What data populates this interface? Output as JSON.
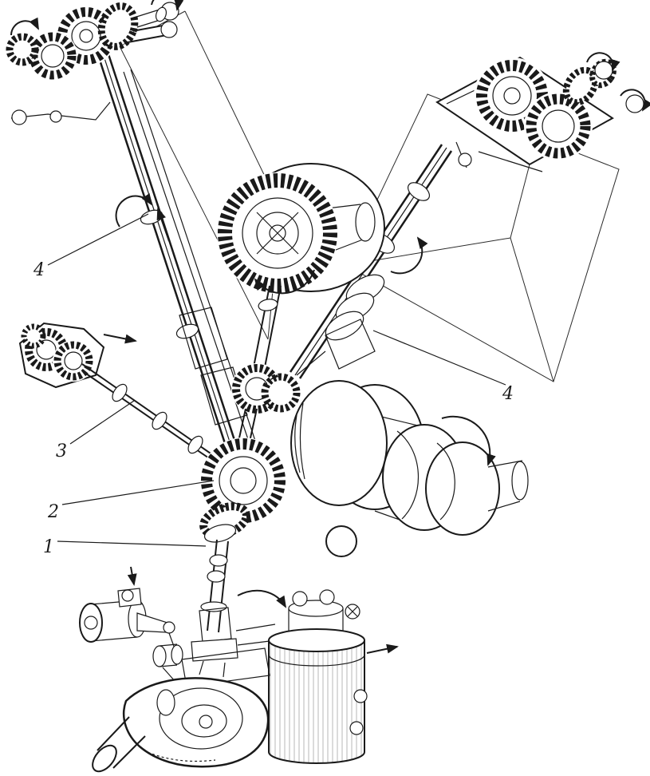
{
  "figure": {
    "colors": {
      "background": "#ffffff",
      "ink": "#1a1a1a"
    },
    "callouts": [
      {
        "id": "callout-4-left",
        "text": "4"
      },
      {
        "id": "callout-3",
        "text": "3"
      },
      {
        "id": "callout-2",
        "text": "2"
      },
      {
        "id": "callout-1",
        "text": "1"
      },
      {
        "id": "callout-4-right",
        "text": "4"
      }
    ]
  }
}
